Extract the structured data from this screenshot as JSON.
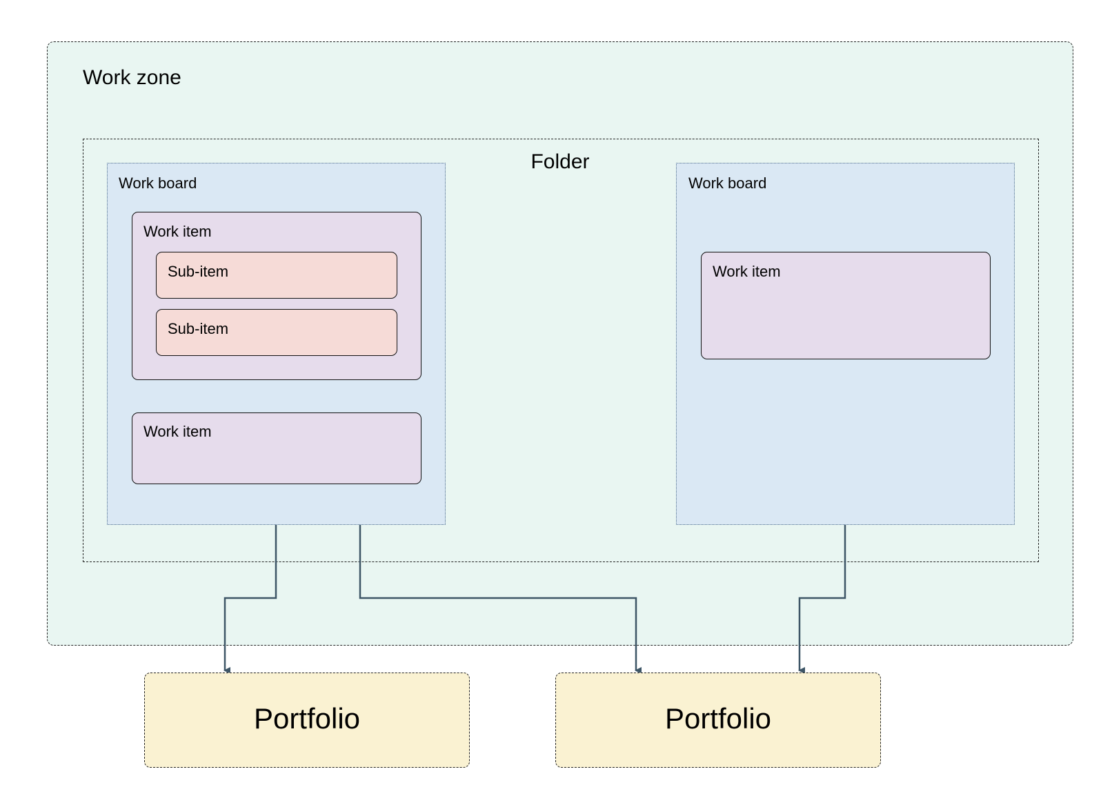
{
  "colors": {
    "work_zone_fill": "#e9f6f2",
    "board_fill": "#dae8f4",
    "work_item_fill": "#e6dcec",
    "sub_item_fill": "#f6dbd7",
    "portfolio_fill": "#faf2d2",
    "connector": "#3d5566"
  },
  "work_zone": {
    "label": "Work zone"
  },
  "folder": {
    "label": "Folder"
  },
  "boards": [
    {
      "label": "Work board",
      "items": [
        {
          "label": "Work item",
          "sub_items": [
            {
              "label": "Sub-item"
            },
            {
              "label": "Sub-item"
            }
          ]
        },
        {
          "label": "Work item"
        }
      ]
    },
    {
      "label": "Work board",
      "items": [
        {
          "label": "Work item"
        }
      ]
    }
  ],
  "portfolios": [
    {
      "label": "Portfolio"
    },
    {
      "label": "Portfolio"
    }
  ],
  "connections": [
    {
      "from": "boards.0",
      "to": "portfolios.0"
    },
    {
      "from": "boards.0",
      "to": "portfolios.1"
    },
    {
      "from": "boards.1",
      "to": "portfolios.1"
    }
  ]
}
